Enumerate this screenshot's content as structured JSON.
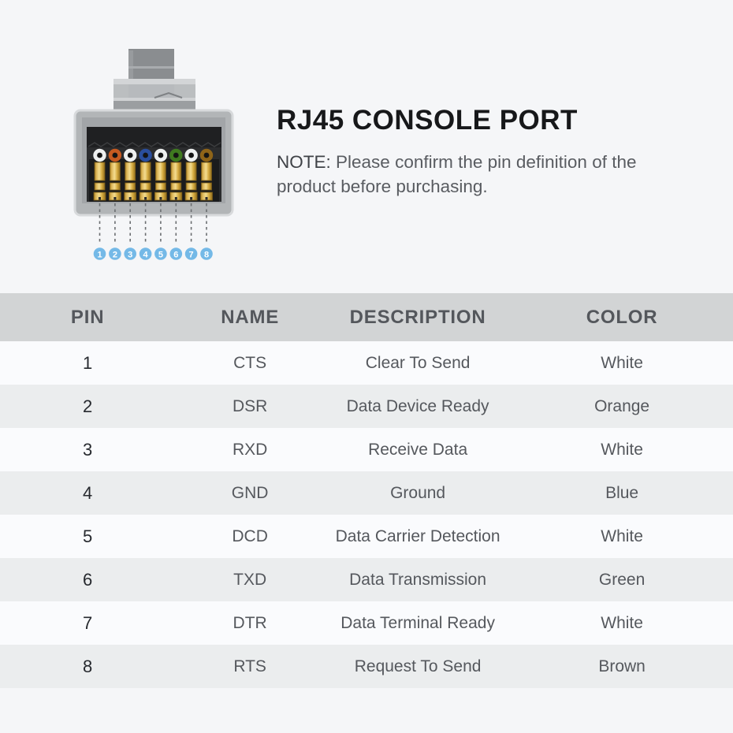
{
  "header": {
    "title": "RJ45 CONSOLE PORT",
    "note_label": "NOTE:",
    "note_text": " Please confirm the pin definition of the product before purchasing."
  },
  "diagram": {
    "pin_labels": [
      "1",
      "2",
      "3",
      "4",
      "5",
      "6",
      "7",
      "8"
    ],
    "wire_hex": [
      "#eef0f0",
      "#c75a20",
      "#eef0f0",
      "#2a4e9e",
      "#eef0f0",
      "#3f7a1f",
      "#eef0f0",
      "#8f6418"
    ],
    "badge_hex": "#74b9e7"
  },
  "table": {
    "columns": [
      "PIN",
      "NAME",
      "DESCRIPTION",
      "COLOR"
    ],
    "rows": [
      {
        "pin": "1",
        "name": "CTS",
        "description": "Clear To Send",
        "color": "White"
      },
      {
        "pin": "2",
        "name": "DSR",
        "description": "Data Device Ready",
        "color": "Orange"
      },
      {
        "pin": "3",
        "name": "RXD",
        "description": "Receive Data",
        "color": "White"
      },
      {
        "pin": "4",
        "name": "GND",
        "description": "Ground",
        "color": "Blue"
      },
      {
        "pin": "5",
        "name": "DCD",
        "description": "Data Carrier Detection",
        "color": "White"
      },
      {
        "pin": "6",
        "name": "TXD",
        "description": "Data Transmission",
        "color": "Green"
      },
      {
        "pin": "7",
        "name": "DTR",
        "description": "Data Terminal Ready",
        "color": "White"
      },
      {
        "pin": "8",
        "name": "RTS",
        "description": "Request To Send",
        "color": "Brown"
      }
    ]
  }
}
